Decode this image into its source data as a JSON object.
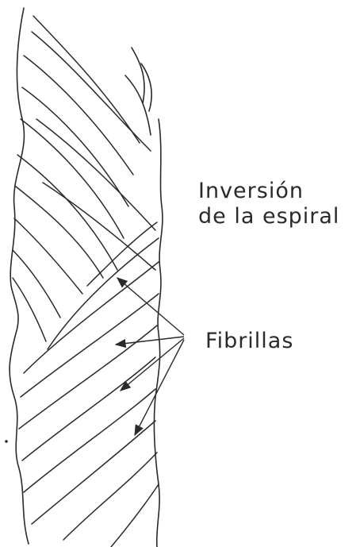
{
  "labels": {
    "inversion_line1": "Inversión",
    "inversion_line2": "de la espiral",
    "fibrillas": "Fibrillas"
  },
  "colors": {
    "ink": "#2a2a2a",
    "background": "#ffffff"
  }
}
